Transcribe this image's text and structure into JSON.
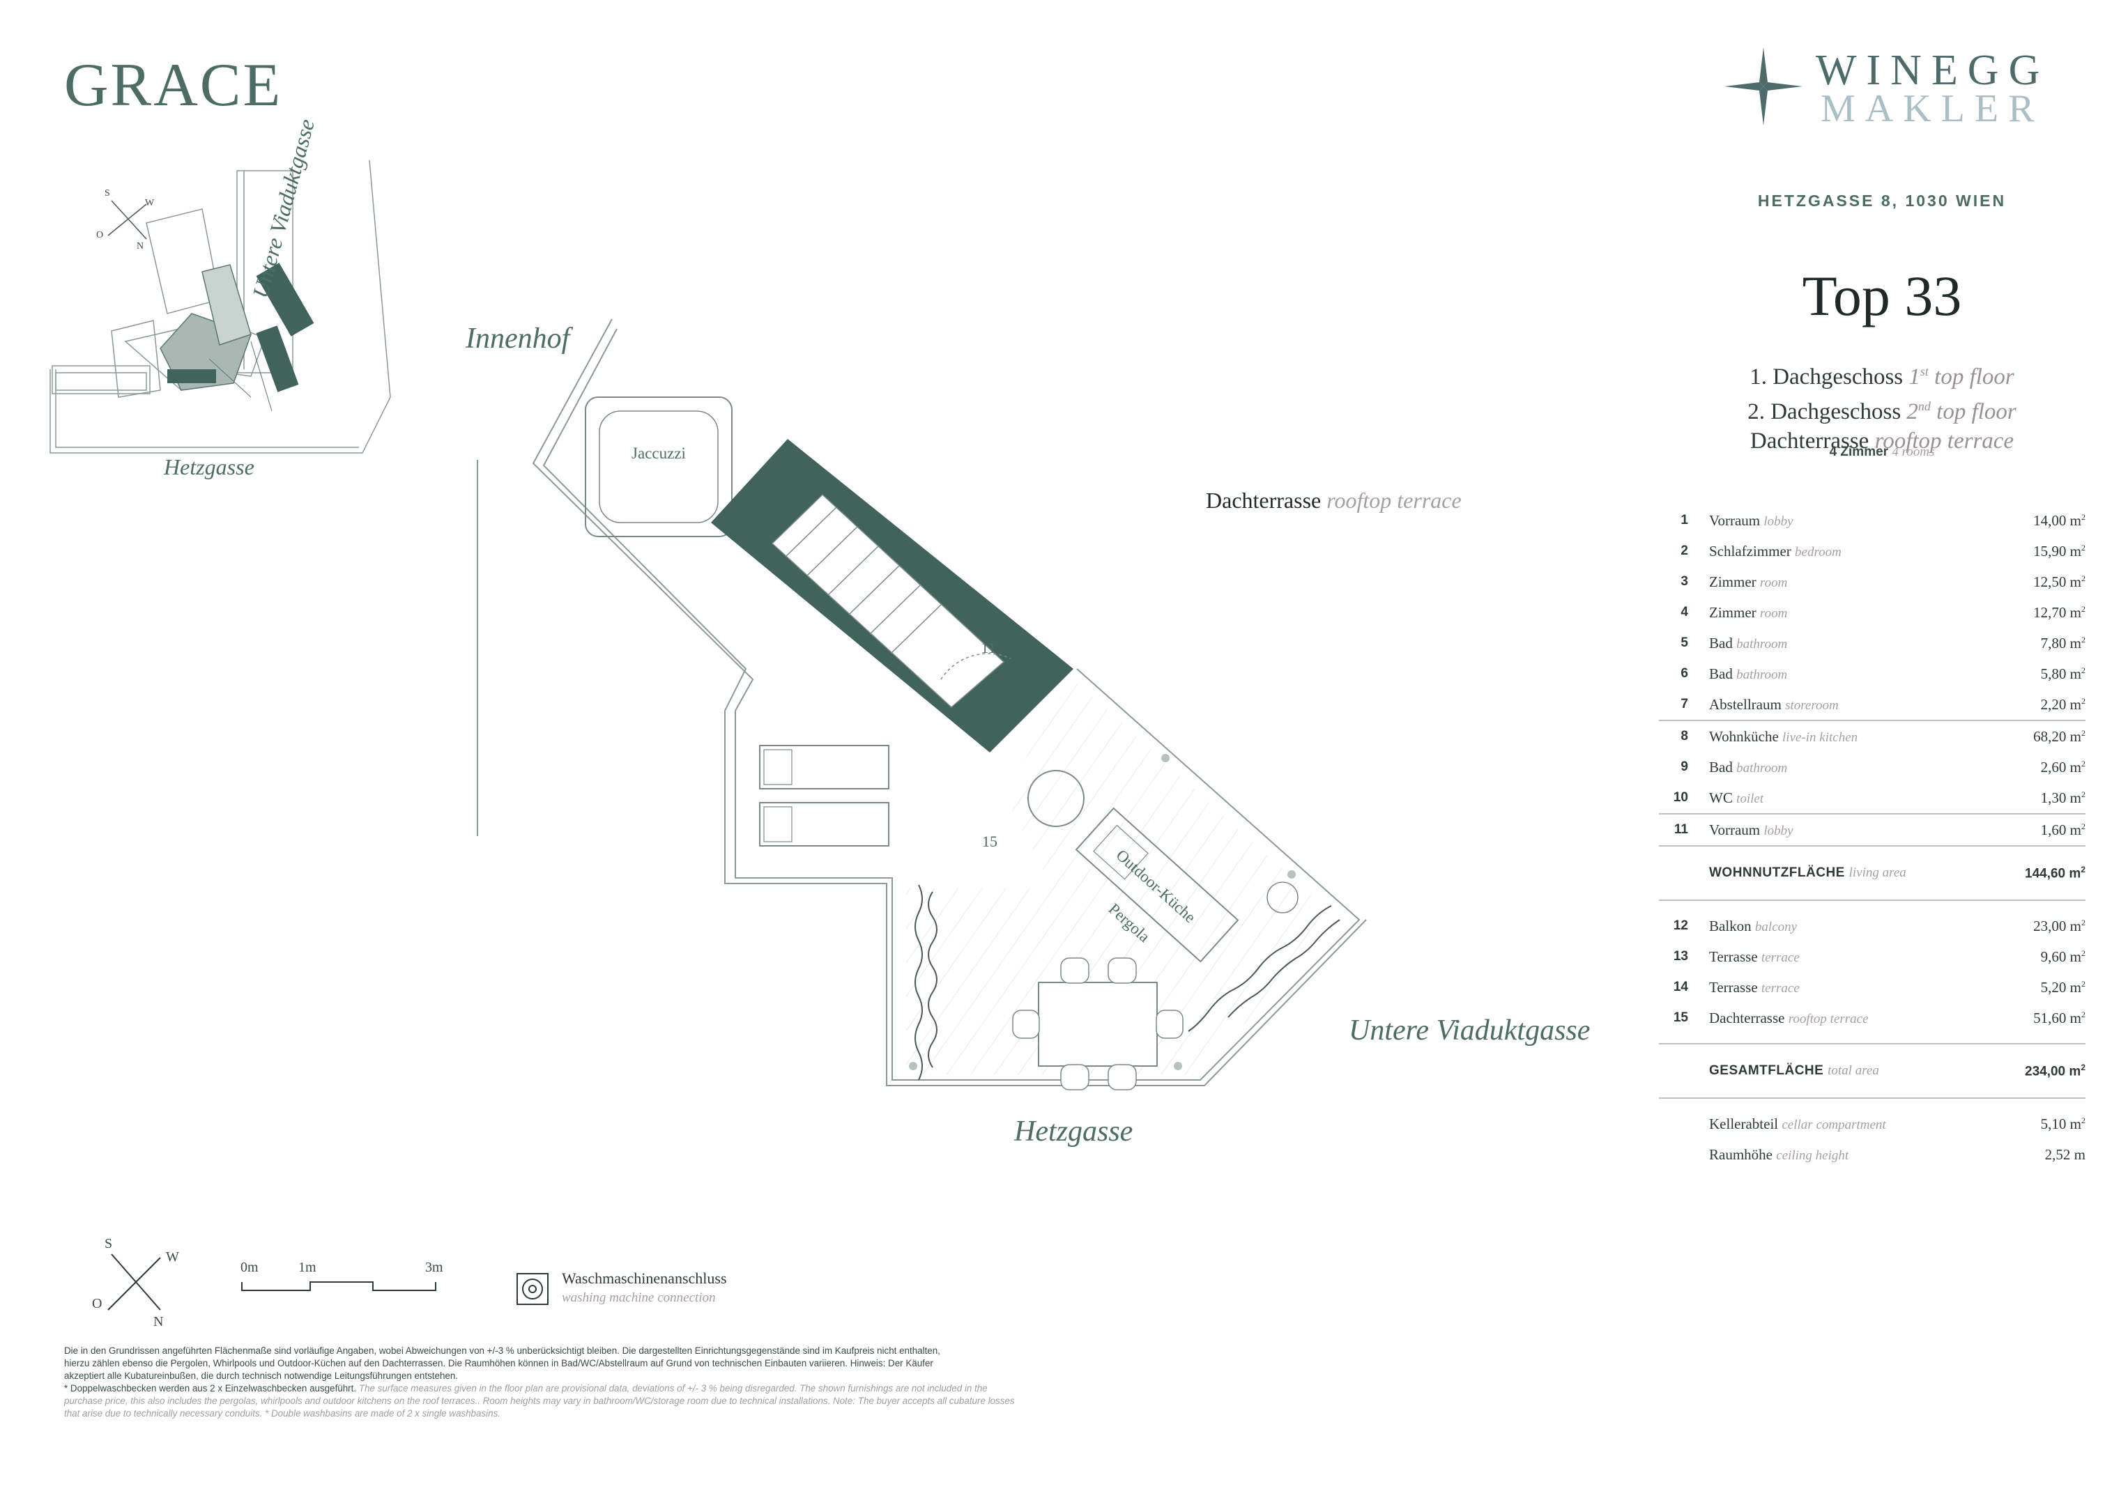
{
  "brand": "GRACE",
  "logo": {
    "line1": "WINEGG",
    "line2": "MAKLER"
  },
  "address": "HETZGASSE 8, 1030 WIEN",
  "unit": "Top 33",
  "floors": [
    {
      "de": "1. Dachgeschoss",
      "en_pre": "1",
      "en_sup": "st",
      "en_post": " top floor"
    },
    {
      "de": "2. Dachgeschoss",
      "en_pre": "2",
      "en_sup": "nd",
      "en_post": " top floor"
    },
    {
      "de": "Dachterrasse",
      "en_pre": "rooftop terrace",
      "en_sup": "",
      "en_post": ""
    }
  ],
  "rooms": {
    "de": "4 Zimmer",
    "en": "4 rooms"
  },
  "unit_m2": "m",
  "rooms_table": [
    {
      "n": "1",
      "de": "Vorraum",
      "en": "lobby",
      "v": "14,00"
    },
    {
      "n": "2",
      "de": "Schlafzimmer",
      "en": "bedroom",
      "v": "15,90"
    },
    {
      "n": "3",
      "de": "Zimmer",
      "en": "room",
      "v": "12,50"
    },
    {
      "n": "4",
      "de": "Zimmer",
      "en": "room",
      "v": "12,70"
    },
    {
      "n": "5",
      "de": "Bad",
      "en": "bathroom",
      "v": "7,80"
    },
    {
      "n": "6",
      "de": "Bad",
      "en": "bathroom",
      "v": "5,80"
    },
    {
      "n": "7",
      "de": "Abstellraum",
      "en": "storeroom",
      "v": "2,20"
    },
    {
      "n": "8",
      "de": "Wohnküche",
      "en": "live-in kitchen",
      "v": "68,20"
    },
    {
      "n": "9",
      "de": "Bad",
      "en": "bathroom",
      "v": "2,60"
    },
    {
      "n": "10",
      "de": "WC",
      "en": "toilet",
      "v": "1,30"
    },
    {
      "n": "11",
      "de": "Vorraum",
      "en": "lobby",
      "v": "1,60"
    }
  ],
  "living_area": {
    "de": "WOHNNUTZFLÄCHE",
    "en": "living area",
    "v": "144,60"
  },
  "outdoor_table": [
    {
      "n": "12",
      "de": "Balkon",
      "en": "balcony",
      "v": "23,00"
    },
    {
      "n": "13",
      "de": "Terrasse",
      "en": "terrace",
      "v": "9,60"
    },
    {
      "n": "14",
      "de": "Terrasse",
      "en": "terrace",
      "v": "5,20"
    },
    {
      "n": "15",
      "de": "Dachterrasse",
      "en": "rooftop terrace",
      "v": "51,60"
    }
  ],
  "total_area": {
    "de": "GESAMTFLÄCHE",
    "en": "total area",
    "v": "234,00"
  },
  "extras": [
    {
      "de": "Kellerabteil",
      "en": "cellar compartment",
      "v": "5,10 m",
      "sup": "2"
    },
    {
      "de": "Raumhöhe",
      "en": "ceiling height",
      "v": "2,52 m",
      "sup": ""
    }
  ],
  "plan": {
    "innenhof": "Innenhof",
    "jaccuzzi": "Jaccuzzi",
    "room11": "11",
    "room15": "15",
    "outdoor_kitchen": "Outdoor-Küche",
    "pergola": "Pergola",
    "dachterrasse_de": "Dachterrasse",
    "dachterrasse_en": "rooftop terrace",
    "street_hetzgasse": "Hetzgasse",
    "street_viadukt": "Untere Viaduktgasse"
  },
  "keymap": {
    "street_hetzgasse": "Hetzgasse",
    "street_viadukt": "Untere Viaduktgasse",
    "compass": {
      "s": "S",
      "w": "W",
      "o": "O",
      "n": "N"
    }
  },
  "compass": {
    "s": "S",
    "w": "W",
    "o": "O",
    "n": "N"
  },
  "scale": {
    "t0": "0m",
    "t1": "1m",
    "t3": "3m"
  },
  "legend": {
    "de": "Waschmaschinenanschluss",
    "en": "washing machine connection"
  },
  "disclaimer": {
    "de1": "Die in den Grundrissen angeführten Flächenmaße sind vorläufige Angaben, wobei Abweichungen von +/-3 % unberücksichtigt bleiben. Die dargestellten Einrichtungsgegenstände sind im Kaufpreis nicht enthalten,",
    "de2": "hierzu zählen ebenso die Pergolen, Whirlpools und Outdoor-Küchen auf den Dachterrassen. Die Raumhöhen können in Bad/WC/Abstellraum auf Grund von technischen Einbauten variieren. Hinweis: Der Käufer",
    "de3": "akzeptiert alle Kubatureinbußen, die durch technisch notwendige Leitungsführungen entstehen.",
    "de4": "* Doppelwaschbecken werden aus 2 x Einzelwaschbecken ausgeführt.",
    "en1": "The surface measures given in the floor plan are provisional data, deviations of +/- 3 % being disregarded. The shown furnishings are not included in the",
    "en2": "purchase price, this also includes the pergolas, whirlpools and outdoor kitchens on the roof terraces.. Room heights may vary in bathroom/WC/storage room due to technical installations. Note: The buyer accepts all cubature losses",
    "en3": "that arise due to technically necessary conduits. * Double washbasins are made of 2 x single washbasins."
  }
}
